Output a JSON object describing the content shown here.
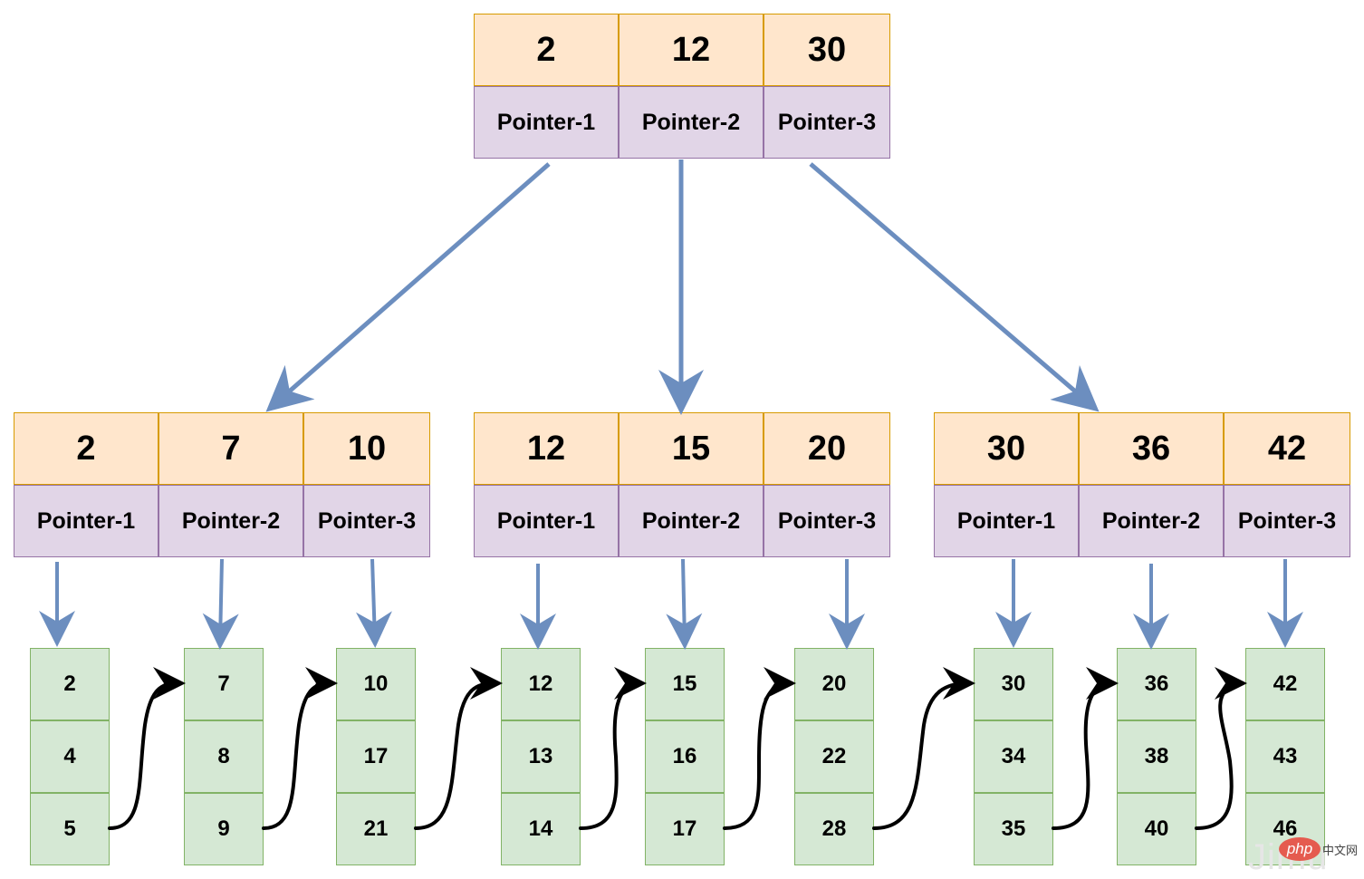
{
  "root": {
    "keys": [
      "2",
      "12",
      "30"
    ],
    "pointers": [
      "Pointer-1",
      "Pointer-2",
      "Pointer-3"
    ]
  },
  "internal_nodes": [
    {
      "keys": [
        "2",
        "7",
        "10"
      ],
      "pointers": [
        "Pointer-1",
        "Pointer-2",
        "Pointer-3"
      ]
    },
    {
      "keys": [
        "12",
        "15",
        "20"
      ],
      "pointers": [
        "Pointer-1",
        "Pointer-2",
        "Pointer-3"
      ]
    },
    {
      "keys": [
        "30",
        "36",
        "42"
      ],
      "pointers": [
        "Pointer-1",
        "Pointer-2",
        "Pointer-3"
      ]
    }
  ],
  "leaves": [
    [
      "2",
      "4",
      "5"
    ],
    [
      "7",
      "8",
      "9"
    ],
    [
      "10",
      "17",
      "21"
    ],
    [
      "12",
      "13",
      "14"
    ],
    [
      "15",
      "16",
      "17"
    ],
    [
      "20",
      "22",
      "28"
    ],
    [
      "30",
      "34",
      "35"
    ],
    [
      "36",
      "38",
      "40"
    ],
    [
      "42",
      "43",
      "46"
    ]
  ],
  "watermark": {
    "logo": "php",
    "text": "中文网"
  },
  "colors": {
    "key_fill": "#ffe6cc",
    "key_border": "#d79b00",
    "pointer_fill": "#e1d5e7",
    "pointer_border": "#9673a6",
    "leaf_fill": "#d5e8d4",
    "leaf_border": "#82b366",
    "tree_arrow": "#6c8ebf",
    "leaf_link": "#000000"
  }
}
